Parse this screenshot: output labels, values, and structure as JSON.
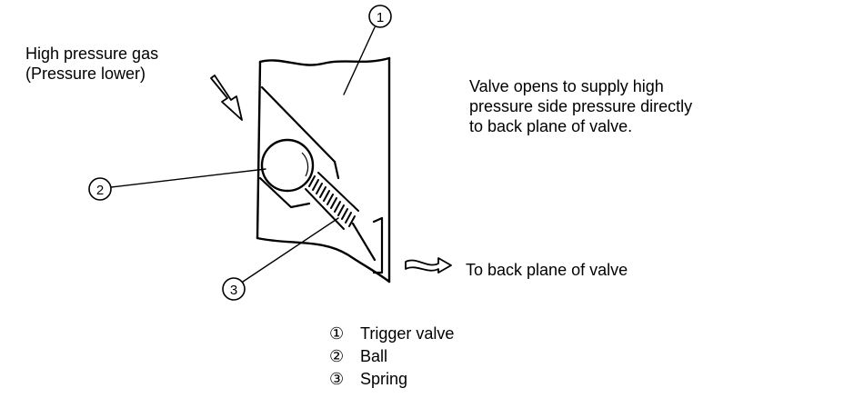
{
  "diagram": {
    "inlet_label_line1": "High pressure gas",
    "inlet_label_line2": "(Pressure lower)",
    "description_line1": "Valve opens to supply high",
    "description_line2": "pressure side pressure directly",
    "description_line3": "to back plane of valve.",
    "outlet_label": "To back plane of valve",
    "callout_1": "①",
    "callout_2": "②",
    "callout_3": "③"
  },
  "legend": {
    "items": [
      {
        "number": "①",
        "label": "Trigger valve"
      },
      {
        "number": "②",
        "label": "Ball"
      },
      {
        "number": "③",
        "label": "Spring"
      }
    ]
  }
}
